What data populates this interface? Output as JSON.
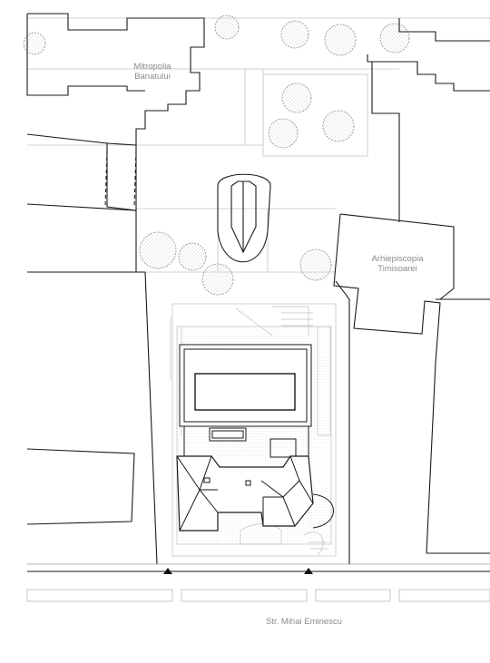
{
  "labels": {
    "mitropolia": {
      "line1": "Mitropolia",
      "line2": "Banatului"
    },
    "arhiepiscopia": {
      "line1": "Arhiepiscopia",
      "line2": "Timisoarei"
    },
    "street": "Str. Mihai Eminescu"
  },
  "colors": {
    "line": "#1a1a1a",
    "light_line": "#b8b8b8",
    "tree": "#8c8c8c",
    "label": "#8a8a8a"
  },
  "icons": [
    "tree-symbol-icon",
    "entrance-triangle-icon"
  ]
}
